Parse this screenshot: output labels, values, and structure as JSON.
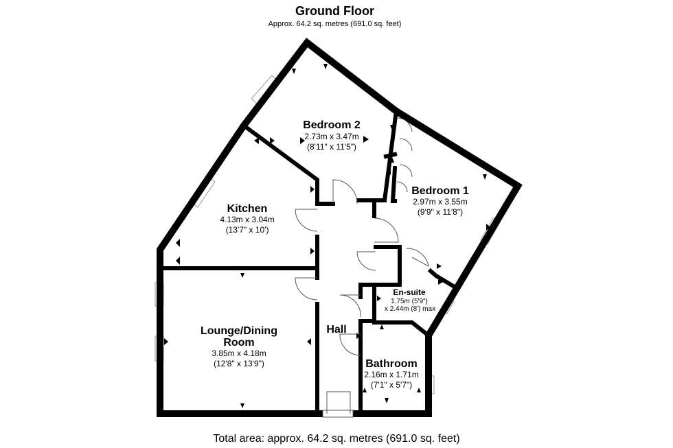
{
  "header": {
    "title": "Ground Floor",
    "subtitle": "Approx. 64.2 sq. metres (691.0 sq. feet)"
  },
  "rooms": {
    "bedroom2": {
      "name": "Bedroom 2",
      "metric": "2.73m x 3.47m",
      "imperial": "(8'11\" x 11'5\")"
    },
    "bedroom1": {
      "name": "Bedroom 1",
      "metric": "2.97m x 3.55m",
      "imperial": "(9'9\" x 11'8\")"
    },
    "kitchen": {
      "name": "Kitchen",
      "metric": "4.13m x 3.04m",
      "imperial": "(13'7\" x 10')"
    },
    "lounge": {
      "name_line1": "Lounge/Dining",
      "name_line2": "Room",
      "metric": "3.85m x 4.18m",
      "imperial": "(12'8\" x 13'9\")"
    },
    "ensuite": {
      "name": "En-suite",
      "dim_line1": "1.75m (5'9\")",
      "dim_line2": "x 2.44m (8') max"
    },
    "hall": {
      "name": "Hall"
    },
    "bathroom": {
      "name": "Bathroom",
      "metric": "2.16m x 1.71m",
      "imperial": "(7'1\" x 5'7\")"
    }
  },
  "footer": {
    "total_area": "Total area: approx. 64.2 sq. metres (691.0 sq. feet)"
  }
}
